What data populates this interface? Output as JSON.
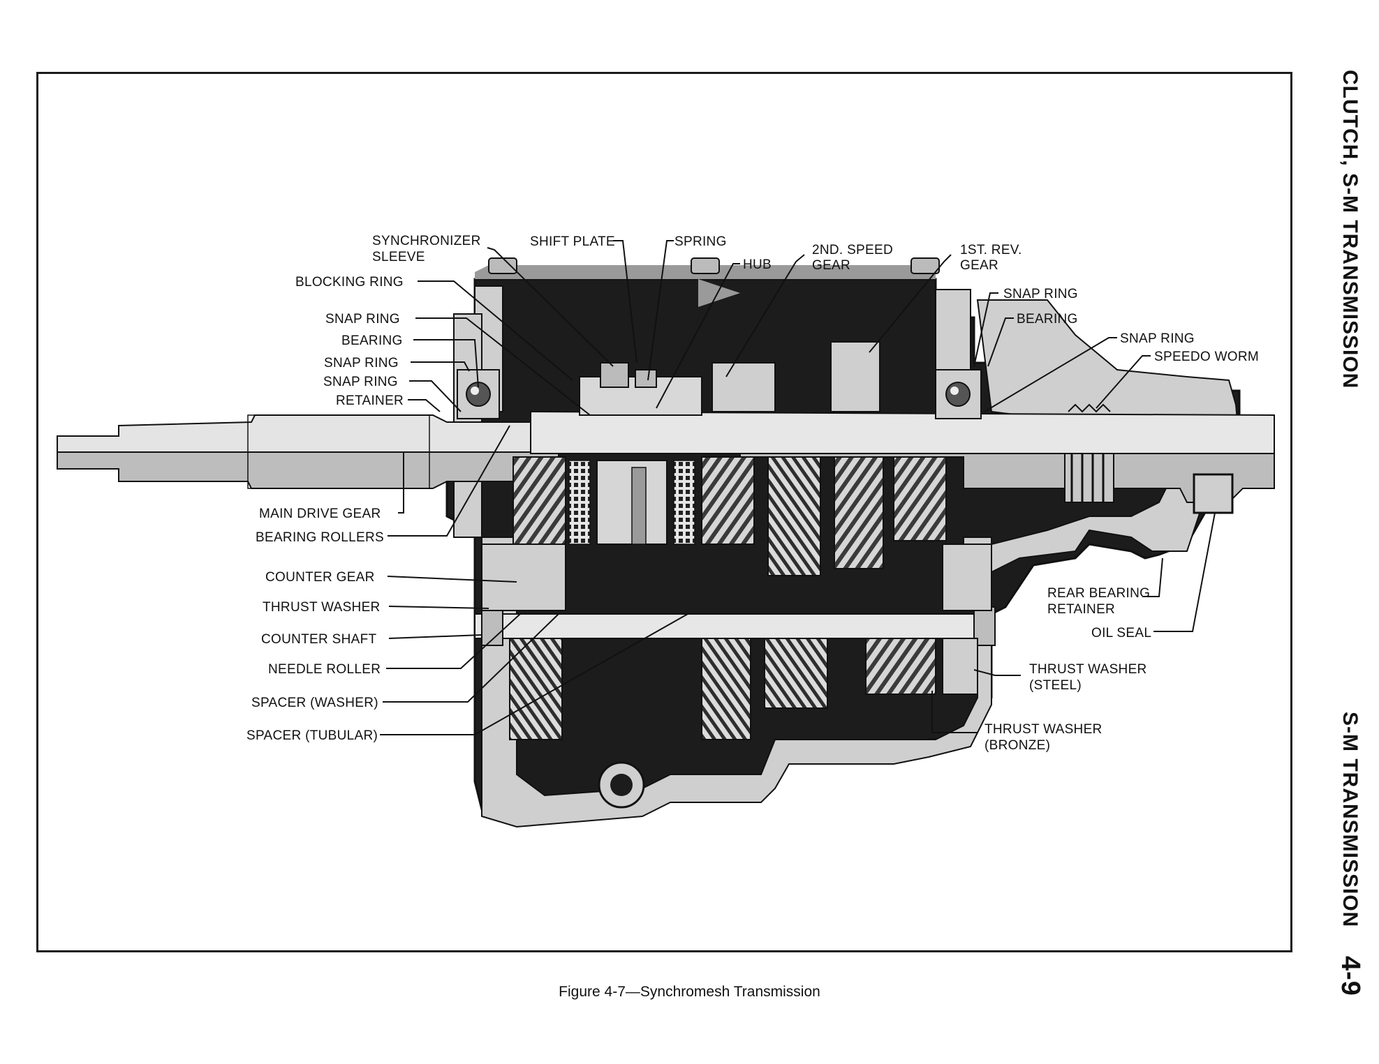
{
  "page": {
    "side_header_top": "CLUTCH, S-M TRANSMISSION",
    "side_header_bottom": "S-M TRANSMISSION",
    "page_number": "4-9"
  },
  "figure": {
    "caption": "Figure 4-7—Synchromesh Transmission"
  },
  "labels": {
    "synchronizer_sleeve_1": "SYNCHRONIZER",
    "synchronizer_sleeve_2": "SLEEVE",
    "shift_plate": "SHIFT PLATE",
    "spring": "SPRING",
    "hub": "HUB",
    "second_speed_gear_1": "2ND. SPEED",
    "second_speed_gear_2": "GEAR",
    "first_rev_gear_1": "1ST. REV.",
    "first_rev_gear_2": "GEAR",
    "blocking_ring": "BLOCKING RING",
    "snap_ring_left_1": "SNAP RING",
    "bearing_left": "BEARING",
    "snap_ring_left_2": "SNAP RING",
    "snap_ring_left_3": "SNAP RING",
    "retainer": "RETAINER",
    "snap_ring_right_1": "SNAP RING",
    "bearing_right": "BEARING",
    "snap_ring_right_2": "SNAP RING",
    "speedo_worm": "SPEEDO WORM",
    "main_drive_gear": "MAIN DRIVE GEAR",
    "bearing_rollers": "BEARING ROLLERS",
    "counter_gear": "COUNTER GEAR",
    "thrust_washer": "THRUST WASHER",
    "counter_shaft": "COUNTER SHAFT",
    "needle_roller": "NEEDLE ROLLER",
    "spacer_washer": "SPACER (WASHER)",
    "spacer_tubular": "SPACER (TUBULAR)",
    "rear_bearing_retainer_1": "REAR BEARING",
    "rear_bearing_retainer_2": "RETAINER",
    "oil_seal": "OIL SEAL",
    "thrust_washer_steel_1": "THRUST WASHER",
    "thrust_washer_steel_2": "(STEEL)",
    "thrust_washer_bronze_1": "THRUST WASHER",
    "thrust_washer_bronze_2": "(BRONZE)"
  },
  "colors": {
    "ink": "#111111",
    "casing_light": "#cfcfcf",
    "casing_mid": "#9a9a9a",
    "shadow": "#1c1c1c",
    "background": "#ffffff"
  }
}
